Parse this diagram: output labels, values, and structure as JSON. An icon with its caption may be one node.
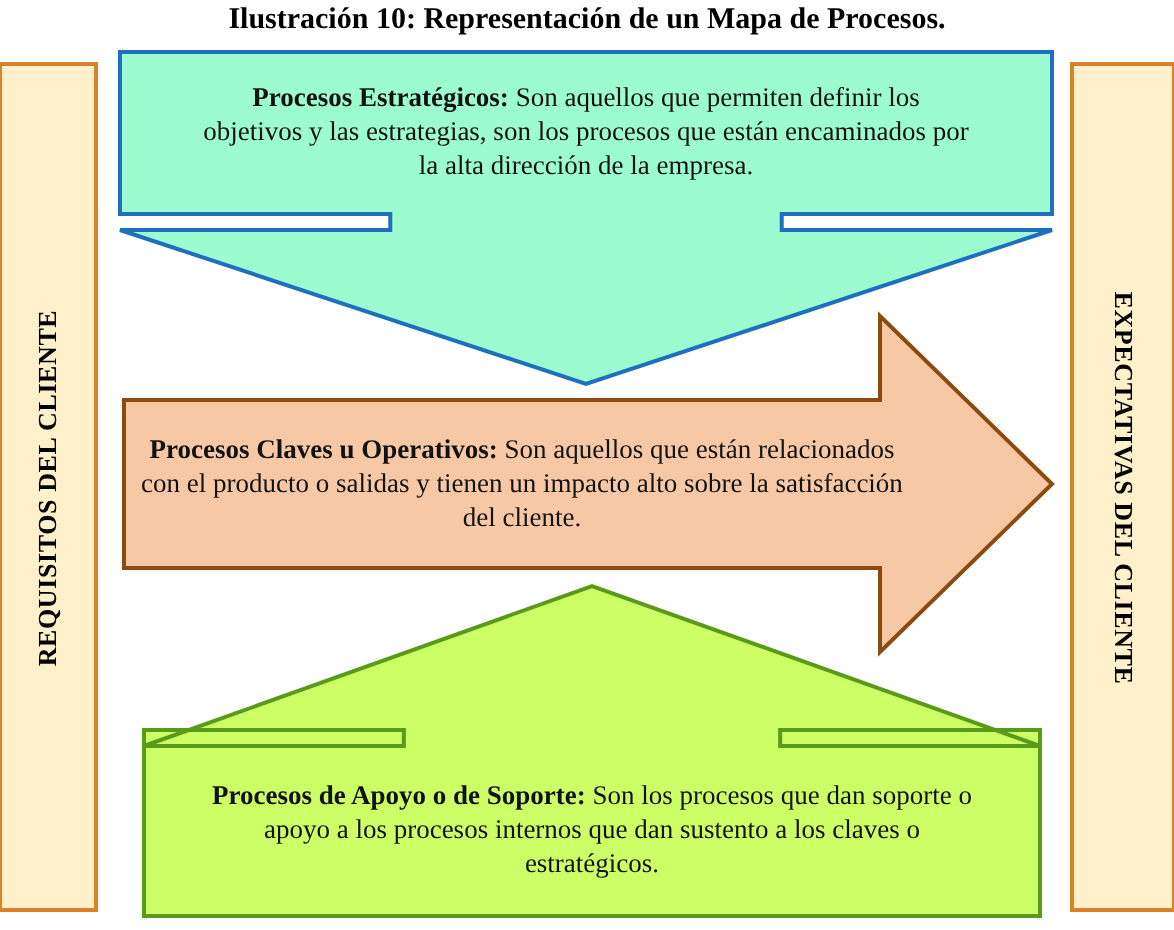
{
  "diagram": {
    "title": "Ilustración 10: Representación de un Mapa de Procesos.",
    "nodes": [
      {
        "text": [
          "REQUISITOS DEL CLIENTE"
        ]
      },
      {
        "text": [
          "**Procesos Estratégicos:** Son aquellos que permiten definir los objetivos y las estrategias, son los procesos que están encaminados por la alta dirección de la empresa."
        ]
      },
      {
        "text": [
          "**Procesos Claves u Operativos:** Son aquellos que están relacionados con el producto o salidas y tienen un impacto alto sobre la satisfacción del cliente."
        ]
      },
      {
        "text": [
          "**Procesos de Apoyo o de Soporte:** Son los procesos que dan soporte o apoyo a los procesos internos que dan sustento a los claves o estratégicos."
        ]
      },
      {
        "text": [
          "EXPECTATIVAS DEL CLIENTE"
        ]
      }
    ]
  }
}
